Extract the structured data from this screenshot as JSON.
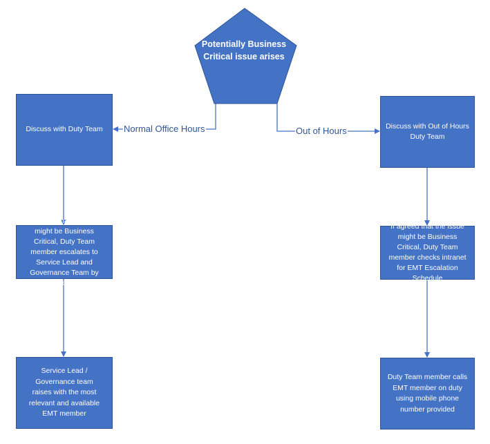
{
  "diagram": {
    "start": "Potentially Business Critical issue arises",
    "edges": {
      "normal_hours": "Normal Office Hours",
      "out_of_hours": "Out of Hours"
    },
    "left_branch": {
      "step1": "Discuss with Duty Team",
      "step2": "If agreed that the issue might be Business Critical, Duty Team member escalates to Service Lead and Governance Team by phone",
      "step3": "Service Lead / Governance team raises with the most relevant and available EMT member"
    },
    "right_branch": {
      "step1": "Discuss with Out of Hours Duty Team",
      "step2": "If agreed that the issue might be Business Critical, Duty Team member checks intranet for EMT Escalation Schedule",
      "step3": "Duty Team member calls EMT member on duty using mobile phone number provided"
    },
    "colors": {
      "node_fill": "#4472c4",
      "node_border": "#2f5597",
      "connector": "#4472c4",
      "label_text": "#2f5597"
    }
  }
}
